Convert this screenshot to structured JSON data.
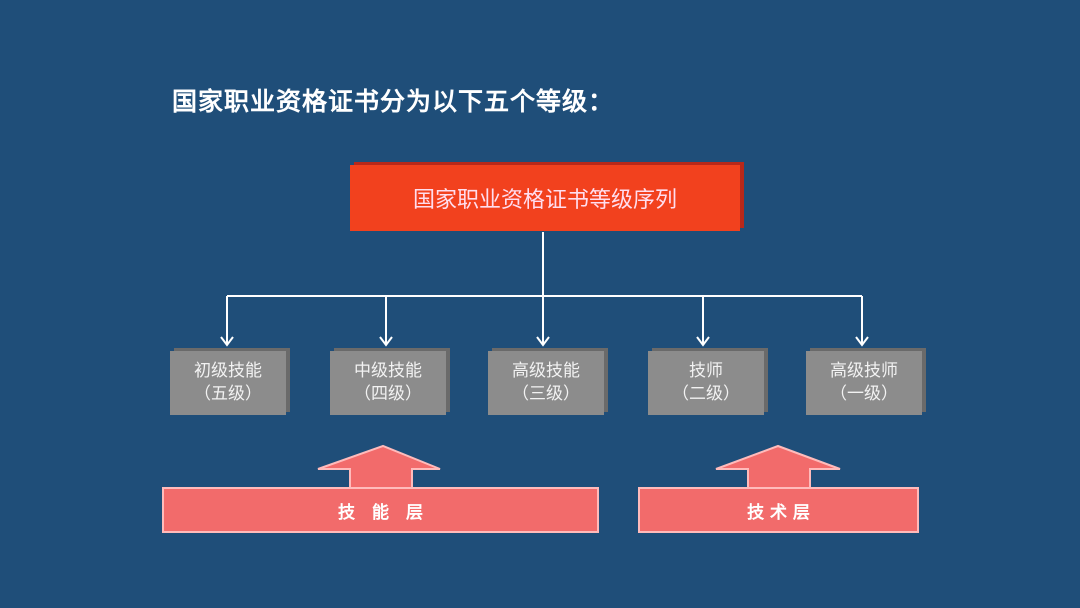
{
  "title": "国家职业资格证书分为以下五个等级：",
  "root": "国家职业资格证书等级序列",
  "levels": [
    {
      "name": "初级技能",
      "grade": "（五级）"
    },
    {
      "name": "中级技能",
      "grade": "（四级）"
    },
    {
      "name": "高级技能",
      "grade": "（三级）"
    },
    {
      "name": "技师",
      "grade": "（二级）"
    },
    {
      "name": "高级技师",
      "grade": "（一级）"
    }
  ],
  "layers": {
    "skill": "技　能　层",
    "tech": "技 术 层"
  },
  "colors": {
    "background": "#1f4e79",
    "root": "#f2411e",
    "level": "#8c8c8c",
    "layer": "#f26b6b"
  }
}
